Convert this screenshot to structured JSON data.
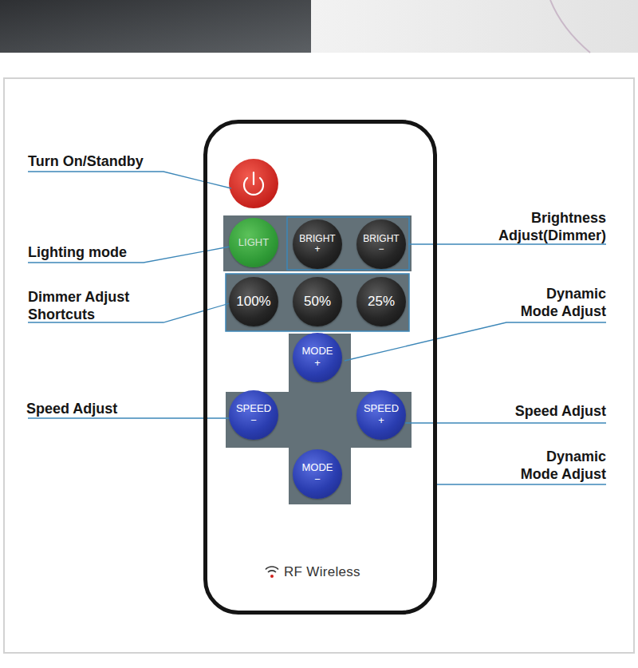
{
  "diagram": {
    "nodes": [
      {
        "text": [
          "RF Wireless"
        ]
      },
      {
        "text": [
          "LIGHT"
        ],
        "in": 0
      },
      {
        "text": [
          "BRIGHT +"
        ],
        "in": 0
      },
      {
        "text": [
          "BRIGHT −"
        ],
        "in": 0
      },
      {
        "text": [
          "100%"
        ],
        "in": 0
      },
      {
        "text": [
          "50%"
        ],
        "in": 0
      },
      {
        "text": [
          "25%"
        ],
        "in": 0
      },
      {
        "text": [
          "MODE +"
        ],
        "in": 0
      },
      {
        "text": [
          "SPEED −"
        ],
        "in": 0
      },
      {
        "text": [
          "SPEED +"
        ],
        "in": 0
      },
      {
        "text": [
          "MODE −"
        ],
        "in": 0
      }
    ],
    "labels": [
      "Turn On/Standby",
      "Brightness Adjust(Dimmer)",
      "Lighting mode",
      "Dimmer Adjust Shortcuts",
      "Dynamic Mode Adjust",
      "Speed Adjust",
      "Speed Adjust",
      "Dynamic Mode Adjust"
    ]
  }
}
